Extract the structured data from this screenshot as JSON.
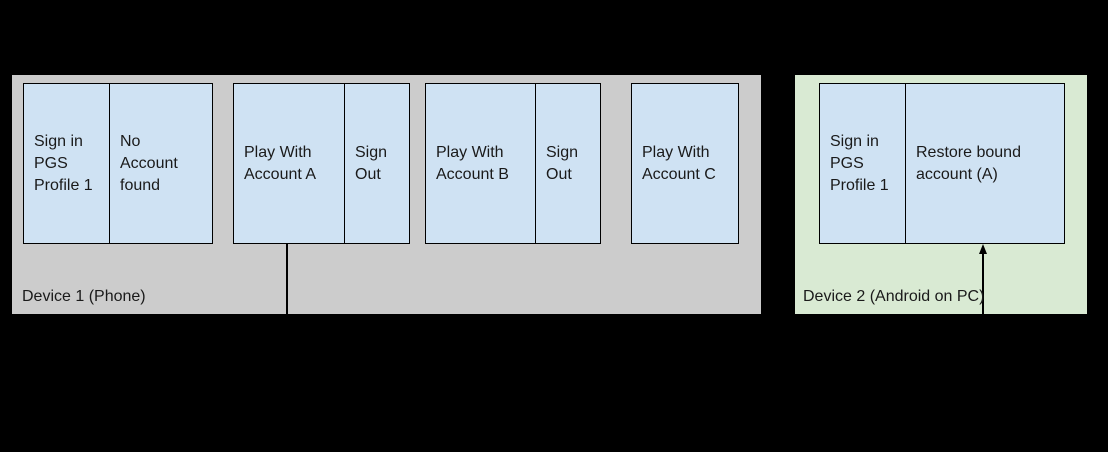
{
  "colors": {
    "canvas_bg": "#000000",
    "device1_bg": "#cccccc",
    "device2_bg": "#d9ead3",
    "box_fill": "#cfe2f3",
    "box_border": "#000000",
    "connector": "#000000",
    "text": "#1a1a1a"
  },
  "device1": {
    "label": "Device 1 (Phone)",
    "steps": [
      {
        "id": "sign-in-pgs-profile-1",
        "text": "Sign in\nPGS\nProfile 1"
      },
      {
        "id": "no-account-found",
        "text": "No\nAccount\nfound"
      },
      {
        "id": "play-with-account-a",
        "text": "Play With\nAccount A"
      },
      {
        "id": "sign-out-a",
        "text": "Sign\nOut"
      },
      {
        "id": "play-with-account-b",
        "text": "Play With\nAccount B"
      },
      {
        "id": "sign-out-b",
        "text": "Sign\nOut"
      },
      {
        "id": "play-with-account-c",
        "text": "Play With\nAccount C"
      }
    ]
  },
  "device2": {
    "label": "Device 2 (Android on PC)",
    "steps": [
      {
        "id": "sign-in-pgs-profile-1",
        "text": "Sign in\nPGS\nProfile 1"
      },
      {
        "id": "restore-bound-account",
        "text": "Restore bound\naccount (A)"
      }
    ]
  },
  "connectors": [
    {
      "from": "play-with-account-a",
      "direction": "down-out-of-device-1"
    },
    {
      "to": "restore-bound-account",
      "direction": "up-into-device-2",
      "arrowhead": "up"
    }
  ]
}
